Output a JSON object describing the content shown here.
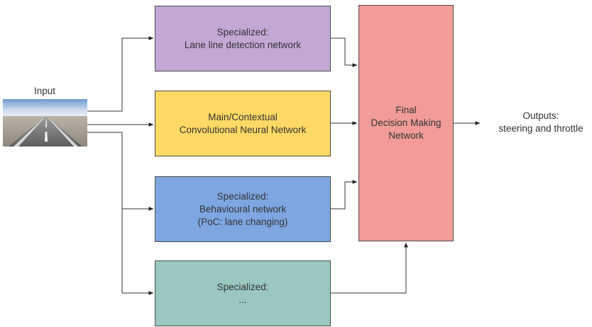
{
  "input": {
    "label": "Input"
  },
  "outputs": {
    "line1": "Outputs:",
    "line2": "steering and throttle"
  },
  "boxes": {
    "lane": {
      "line1": "Specialized:",
      "line2": "Lane line detection network"
    },
    "main": {
      "line1": "Main/Contextual",
      "line2": "Convolutional Neural Network"
    },
    "behav": {
      "line1": "Specialized:",
      "line2": "Behavioural network",
      "line3": "(PoC: lane changing)"
    },
    "other": {
      "line1": "Specialized:",
      "line2": "..."
    },
    "final": {
      "line1": "Final",
      "line2": "Decision Making",
      "line3": "Network"
    }
  },
  "colors": {
    "lane": "#c3a7d5",
    "main": "#ffd966",
    "behav": "#7ea6e0",
    "other": "#9ac7bf",
    "final": "#f19c99",
    "edge": "#333333"
  }
}
